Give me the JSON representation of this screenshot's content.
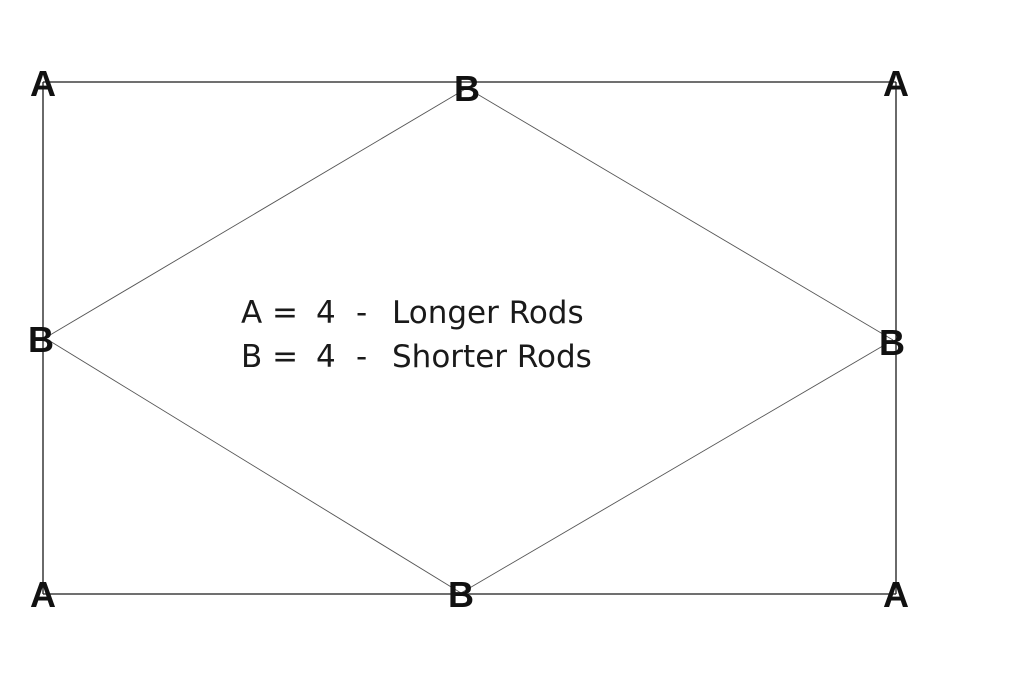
{
  "diagram": {
    "colors": {
      "frame": "#1a1a1a",
      "diamond": "#555555",
      "text": "#111111"
    },
    "labels": {
      "top_left": "A",
      "top_right": "A",
      "bottom_left": "A",
      "bottom_right": "A",
      "top_mid": "B",
      "bottom_mid": "B",
      "left_mid": "B",
      "right_mid": "B"
    },
    "legend": [
      {
        "symbol": "A =",
        "count": "4",
        "dash": "-",
        "description": "Longer Rods"
      },
      {
        "symbol": "B =",
        "count": "4",
        "dash": "-",
        "description": "Shorter Rods"
      }
    ]
  }
}
